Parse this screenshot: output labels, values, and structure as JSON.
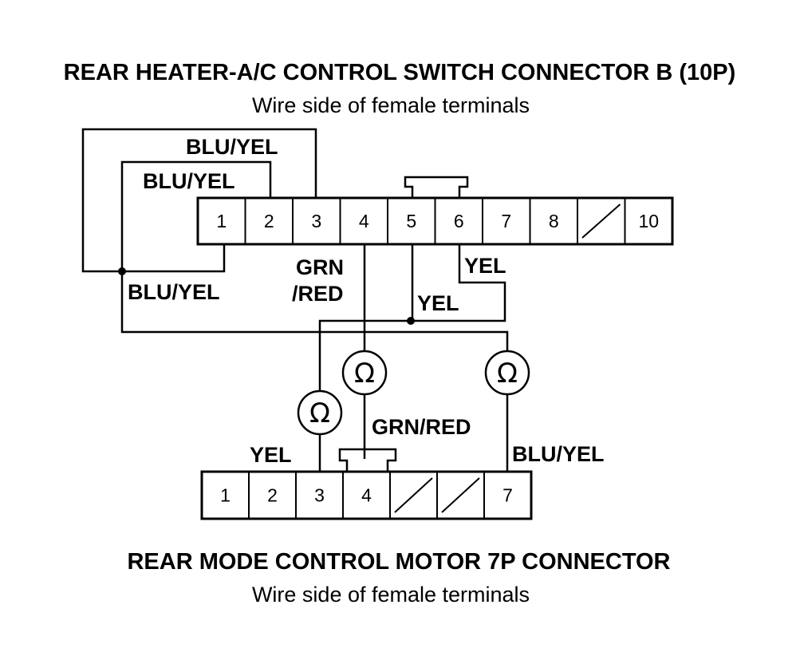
{
  "connector_b": {
    "title": "REAR HEATER-A/C CONTROL SWITCH CONNECTOR B (10P)",
    "subtitle": "Wire side of female terminals",
    "cells": [
      "1",
      "2",
      "3",
      "4",
      "5",
      "6",
      "7",
      "8",
      "",
      "10"
    ],
    "blank_cells": [
      8
    ]
  },
  "connector_7p": {
    "title": "REAR MODE CONTROL MOTOR 7P CONNECTOR",
    "subtitle": "Wire side of female terminals",
    "cells": [
      "1",
      "2",
      "3",
      "4",
      "",
      "",
      "7"
    ],
    "blank_cells": [
      4,
      5
    ]
  },
  "wire_labels": {
    "b3_upper": "BLU/YEL",
    "b1_upper": "BLU/YEL",
    "b1_lower": "BLU/YEL",
    "b4_grn": "GRN",
    "b4_red": "/RED",
    "b6_yel": "YEL",
    "b5_yel": "YEL",
    "m3_yel": "YEL",
    "m4_grn_red": "GRN/RED",
    "m7_blu_yel": "BLU/YEL"
  },
  "meter_symbol": "Ω"
}
